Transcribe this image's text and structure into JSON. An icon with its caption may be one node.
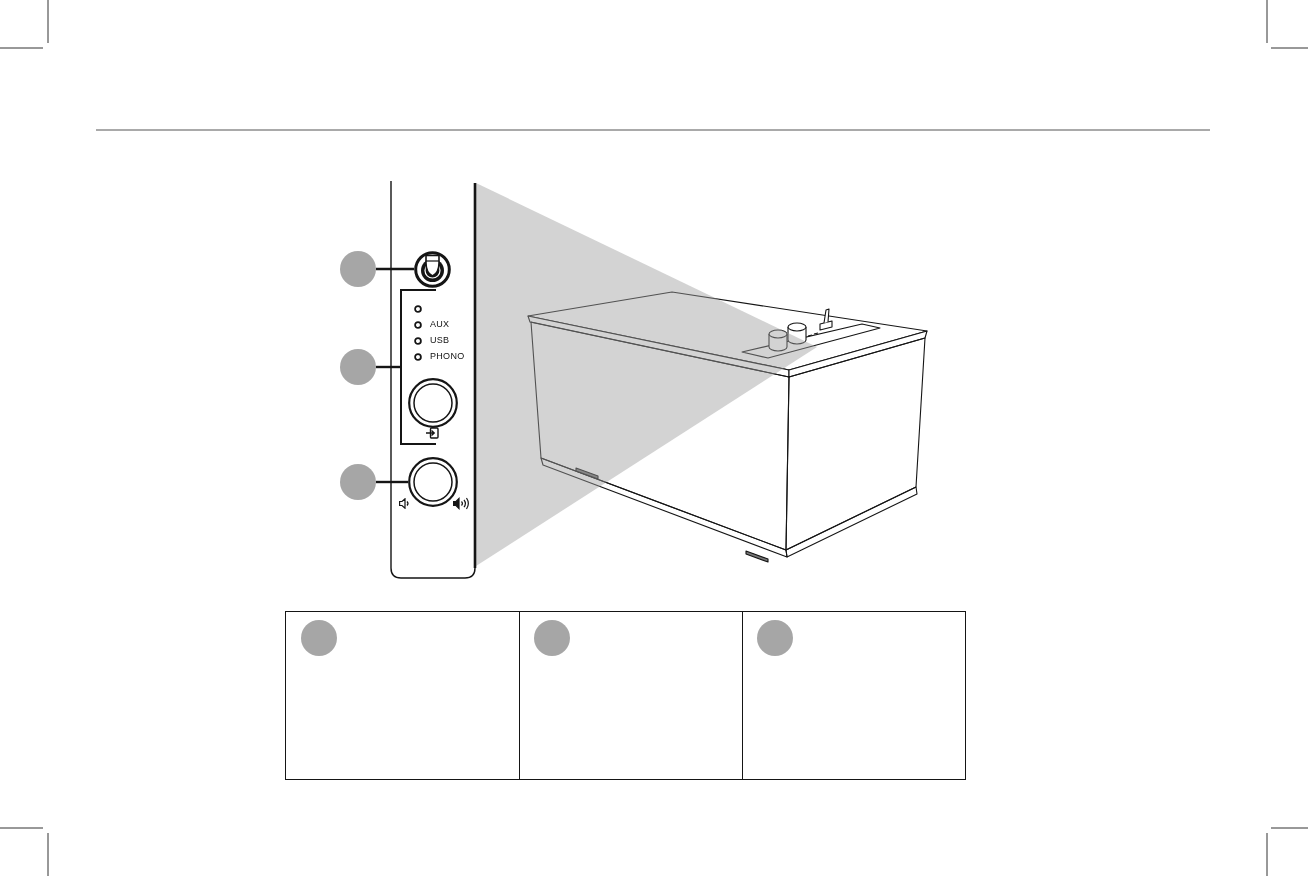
{
  "diagram": {
    "nodes": [
      {
        "text": [],
        "shape": "circle"
      },
      {
        "text": [],
        "shape": "picture"
      },
      {
        "text": [],
        "shape": "circle"
      },
      {
        "text": [],
        "shape": "bracket"
      },
      {
        "text": [],
        "shape": "circle"
      },
      {
        "text": [],
        "shape": "circle"
      },
      {
        "text": [],
        "shape": "box"
      },
      {
        "text": [],
        "shape": "circle",
        "in": 6
      },
      {
        "text": [],
        "shape": "box"
      },
      {
        "text": [],
        "shape": "circle",
        "in": 8
      },
      {
        "text": [],
        "shape": "box"
      },
      {
        "text": [],
        "shape": "circle",
        "in": 10
      }
    ],
    "edges": [
      {
        "from": 0,
        "to": 1,
        "arrow": "none"
      },
      {
        "from": 2,
        "to": 3,
        "arrow": "none"
      },
      {
        "from": 4,
        "to": 5,
        "arrow": "none"
      }
    ],
    "labels": [
      "AUX",
      "USB",
      "PHONO"
    ]
  }
}
